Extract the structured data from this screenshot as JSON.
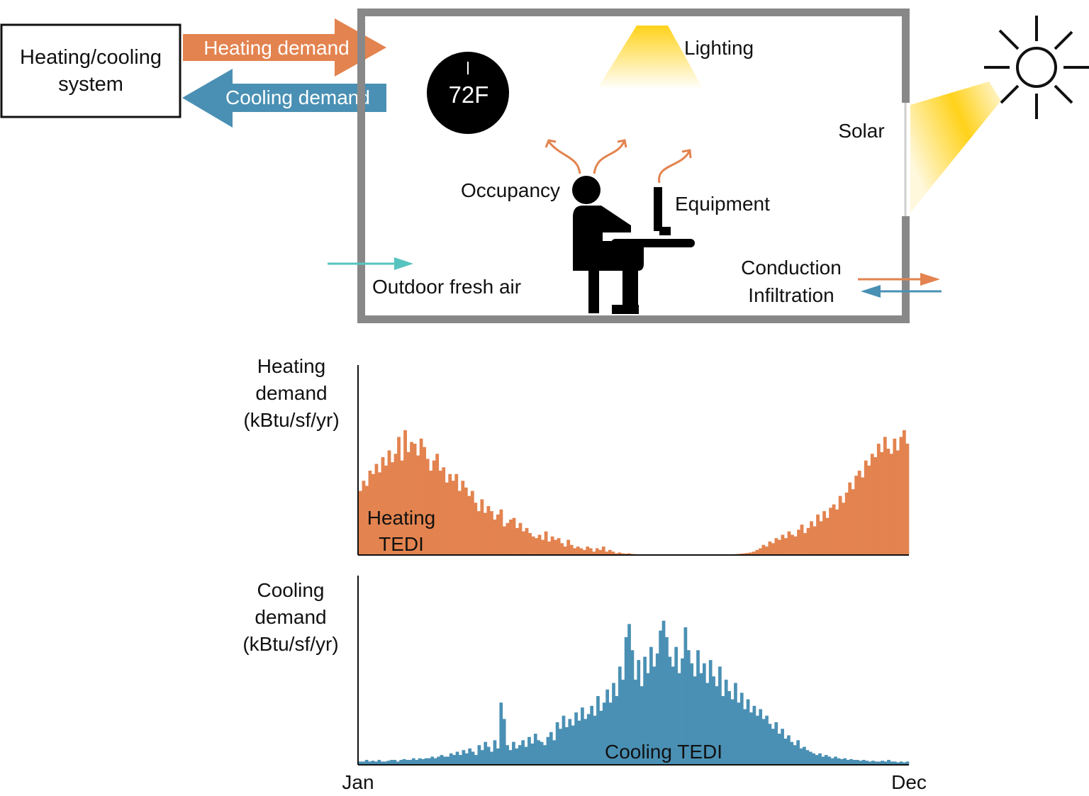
{
  "colors": {
    "heating": "#e3834f",
    "cooling": "#4a90b4",
    "fresh_air": "#56c3c0",
    "wall": "#888888",
    "solar": "#ffd21a"
  },
  "system_box": {
    "label_line1": "Heating/cooling",
    "label_line2": "system"
  },
  "arrows": {
    "heating_demand": "Heating demand",
    "cooling_demand": "Cooling demand"
  },
  "thermostat": {
    "reading": "72F"
  },
  "room_labels": {
    "lighting": "Lighting",
    "solar": "Solar",
    "occupancy": "Occupancy",
    "equipment": "Equipment",
    "outdoor_fresh_air": "Outdoor fresh air",
    "conduction": "Conduction",
    "infiltration": "Infiltration"
  },
  "icons": [
    "sun-icon",
    "lamp-icon",
    "person-at-desk-icon",
    "monitor-icon",
    "thermostat-icon"
  ],
  "chart_data": [
    {
      "type": "bar",
      "ylabel": [
        "Heating",
        "demand",
        "(kBtu/sf/yr)"
      ],
      "annotation": [
        "Heating",
        "TEDI"
      ],
      "color": "#e3834f",
      "ylim": [
        0,
        1
      ],
      "series": [
        {
          "values": [
            0.38,
            0.44,
            0.41,
            0.5,
            0.48,
            0.54,
            0.49,
            0.58,
            0.53,
            0.62,
            0.55,
            0.6,
            0.7,
            0.56,
            0.74,
            0.61,
            0.67,
            0.66,
            0.59,
            0.69,
            0.64,
            0.57,
            0.5,
            0.56,
            0.6,
            0.5,
            0.52,
            0.43,
            0.48,
            0.44,
            0.48,
            0.38,
            0.44,
            0.4,
            0.35,
            0.38,
            0.31,
            0.26,
            0.33,
            0.25,
            0.29,
            0.26,
            0.21,
            0.24,
            0.27,
            0.17,
            0.19,
            0.21,
            0.22,
            0.16,
            0.19,
            0.14,
            0.16,
            0.13,
            0.11,
            0.1,
            0.12,
            0.09,
            0.14,
            0.08,
            0.11,
            0.09,
            0.1,
            0.07,
            0.05,
            0.09,
            0.06,
            0.04,
            0.05,
            0.04,
            0.03,
            0.05,
            0.04,
            0.02,
            0.04,
            0.03,
            0.05,
            0.02,
            0.03,
            0.02,
            0.01,
            0.015,
            0.01,
            0.008,
            0.01,
            0.006,
            0.005,
            0.004,
            0.003,
            0.004,
            0.003,
            0.002,
            0.003,
            0.002,
            0.002,
            0.001,
            0.002,
            0.002,
            0.002,
            0.001,
            0.001,
            0.001,
            0.002,
            0.002,
            0.001,
            0.001,
            0.002,
            0.001,
            0.002,
            0.001,
            0.002,
            0.002,
            0.003,
            0.003,
            0.002,
            0.004,
            0.004,
            0.005,
            0.006,
            0.008,
            0.01,
            0.012,
            0.015,
            0.02,
            0.03,
            0.04,
            0.06,
            0.05,
            0.08,
            0.07,
            0.1,
            0.09,
            0.12,
            0.1,
            0.14,
            0.12,
            0.11,
            0.15,
            0.18,
            0.13,
            0.16,
            0.2,
            0.17,
            0.24,
            0.2,
            0.26,
            0.22,
            0.28,
            0.3,
            0.27,
            0.35,
            0.31,
            0.37,
            0.43,
            0.39,
            0.47,
            0.5,
            0.46,
            0.56,
            0.53,
            0.6,
            0.58,
            0.66,
            0.61,
            0.7,
            0.63,
            0.6,
            0.69,
            0.62,
            0.7,
            0.74,
            0.66
          ]
        }
      ]
    },
    {
      "type": "bar",
      "ylabel": [
        "Cooling",
        "demand",
        "(kBtu/sf/yr)"
      ],
      "annotation": [
        "Cooling TEDI"
      ],
      "color": "#4a90b4",
      "ylim": [
        0,
        1
      ],
      "categories": [
        "Jan",
        "Dec"
      ],
      "series": [
        {
          "values": [
            0.02,
            0.02,
            0.03,
            0.02,
            0.025,
            0.02,
            0.03,
            0.02,
            0.02,
            0.025,
            0.03,
            0.03,
            0.02,
            0.03,
            0.035,
            0.03,
            0.03,
            0.04,
            0.03,
            0.04,
            0.035,
            0.04,
            0.04,
            0.05,
            0.04,
            0.05,
            0.06,
            0.05,
            0.05,
            0.07,
            0.06,
            0.08,
            0.06,
            0.09,
            0.07,
            0.1,
            0.08,
            0.06,
            0.12,
            0.09,
            0.14,
            0.11,
            0.08,
            0.15,
            0.1,
            0.38,
            0.28,
            0.12,
            0.09,
            0.14,
            0.1,
            0.12,
            0.15,
            0.11,
            0.17,
            0.13,
            0.19,
            0.15,
            0.14,
            0.12,
            0.17,
            0.2,
            0.15,
            0.26,
            0.22,
            0.3,
            0.23,
            0.28,
            0.24,
            0.32,
            0.27,
            0.35,
            0.28,
            0.31,
            0.36,
            0.3,
            0.42,
            0.33,
            0.38,
            0.46,
            0.38,
            0.5,
            0.42,
            0.6,
            0.52,
            0.78,
            0.86,
            0.7,
            0.52,
            0.64,
            0.48,
            0.66,
            0.56,
            0.72,
            0.6,
            0.68,
            0.82,
            0.88,
            0.78,
            0.66,
            0.6,
            0.72,
            0.56,
            0.65,
            0.84,
            0.7,
            0.62,
            0.54,
            0.7,
            0.56,
            0.62,
            0.5,
            0.64,
            0.54,
            0.48,
            0.6,
            0.42,
            0.52,
            0.45,
            0.4,
            0.5,
            0.38,
            0.44,
            0.34,
            0.4,
            0.32,
            0.36,
            0.3,
            0.34,
            0.28,
            0.3,
            0.25,
            0.22,
            0.26,
            0.19,
            0.22,
            0.16,
            0.18,
            0.14,
            0.12,
            0.15,
            0.1,
            0.11,
            0.09,
            0.08,
            0.07,
            0.06,
            0.07,
            0.05,
            0.06,
            0.05,
            0.04,
            0.05,
            0.04,
            0.035,
            0.04,
            0.03,
            0.035,
            0.03,
            0.03,
            0.025,
            0.03,
            0.025,
            0.02,
            0.025,
            0.02,
            0.02,
            0.025,
            0.02,
            0.03,
            0.02,
            0.02,
            0.015,
            0.02,
            0.015,
            0.02
          ]
        }
      ]
    }
  ]
}
